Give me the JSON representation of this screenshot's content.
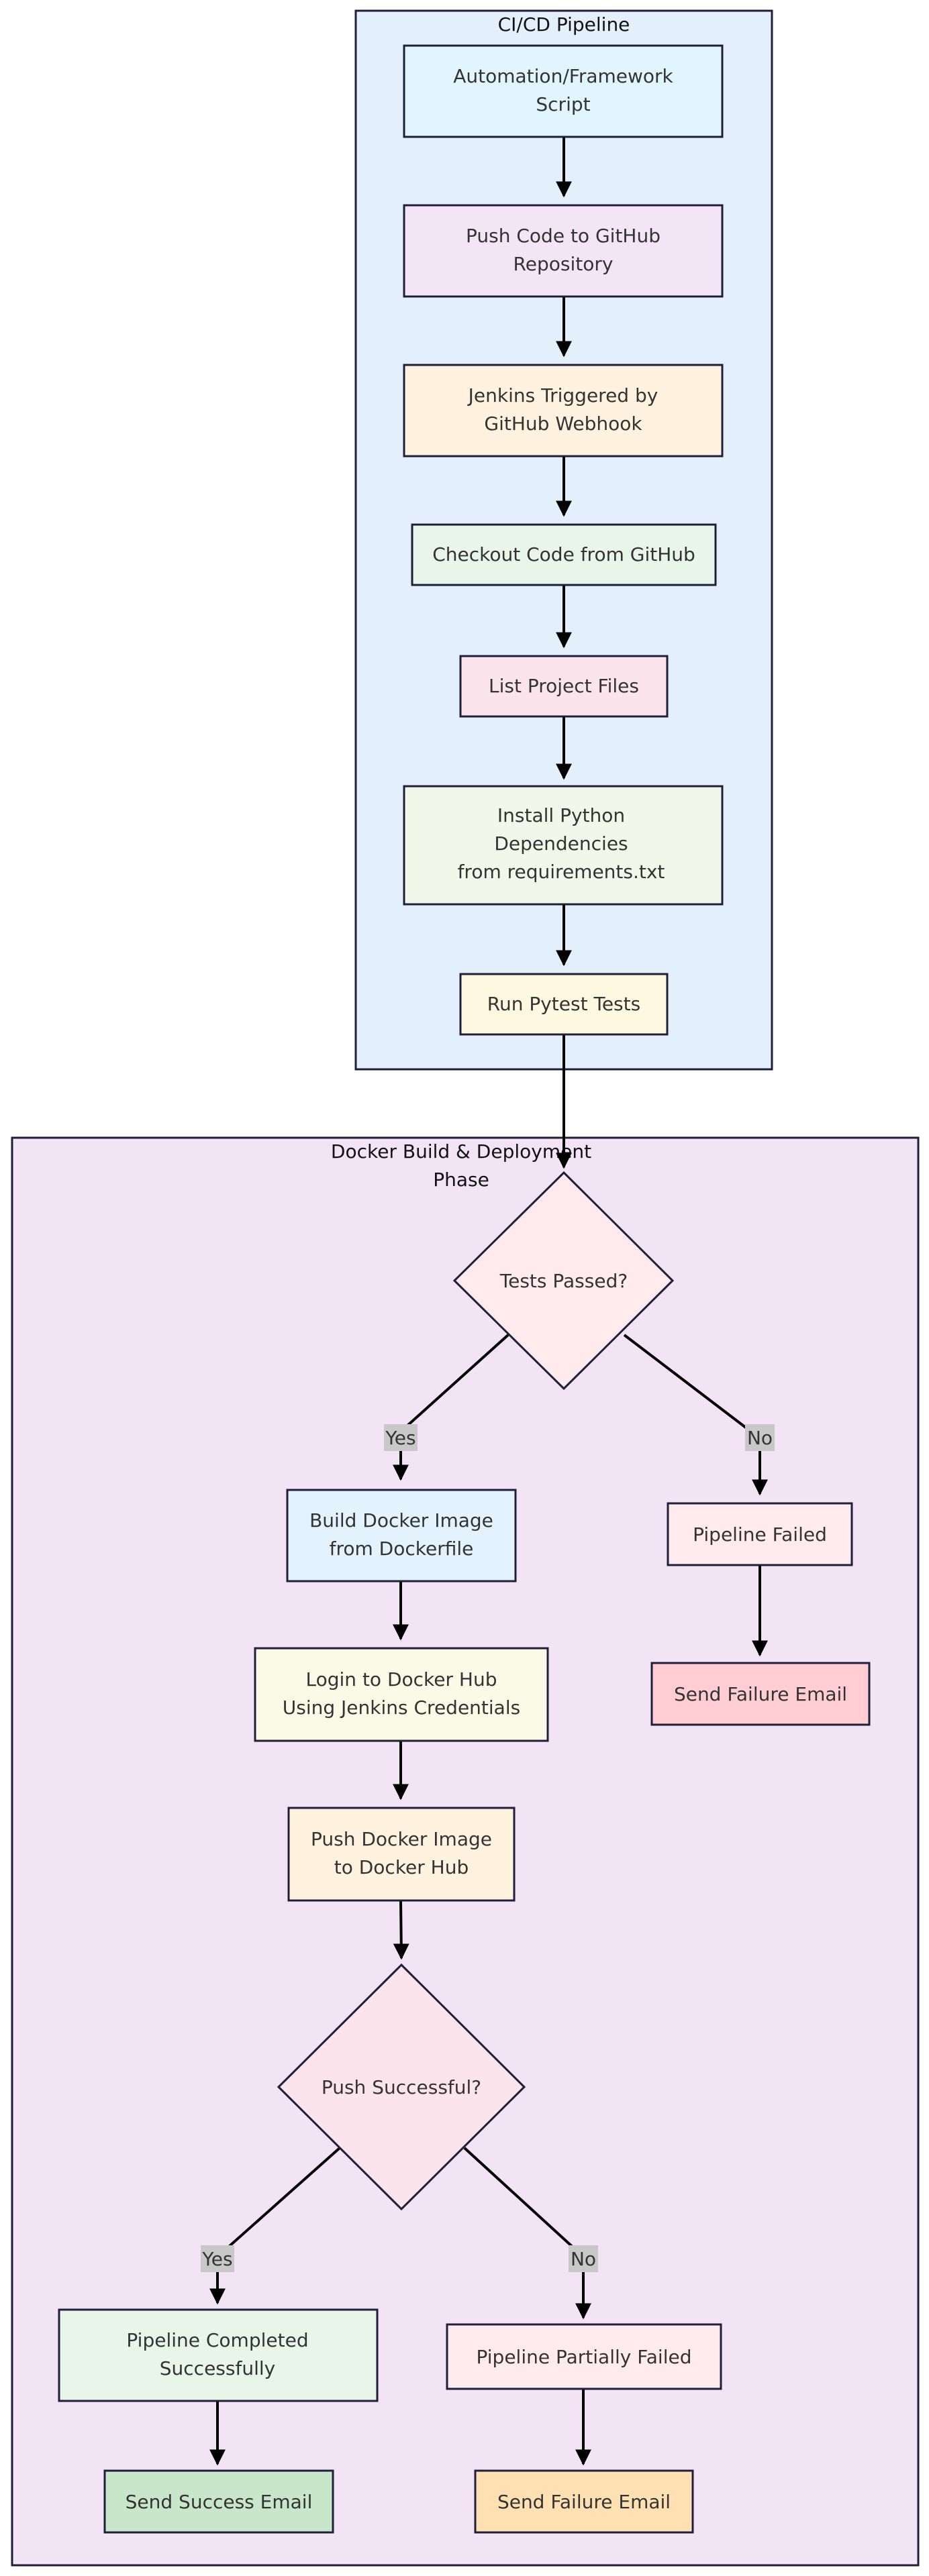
{
  "clusters": {
    "cicd": {
      "title": "CI/CD Pipeline",
      "fill": "#e3f0fc"
    },
    "docker": {
      "title_lines": [
        "Docker Build & Deployment",
        "Phase"
      ],
      "fill": "#f2e3f5"
    }
  },
  "nodes": {
    "automation_script": {
      "lines": [
        "Automation/Framework",
        "Script"
      ],
      "fill": "#e1f5fe"
    },
    "push_code": {
      "lines": [
        "Push Code to GitHub",
        "Repository"
      ],
      "fill": "#f3e5f5"
    },
    "jenkins_triggered": {
      "lines": [
        "Jenkins Triggered by",
        "GitHub Webhook"
      ],
      "fill": "#fff3e0"
    },
    "checkout_code": {
      "lines": [
        "Checkout Code from GitHub"
      ],
      "fill": "#e8f5e9"
    },
    "list_files": {
      "lines": [
        "List Project Files"
      ],
      "fill": "#fce4ec"
    },
    "install_deps": {
      "lines": [
        "Install Python",
        "Dependencies",
        "from requirements.txt"
      ],
      "fill": "#f1f8e9"
    },
    "run_tests": {
      "lines": [
        "Run Pytest Tests"
      ],
      "fill": "#fff8e1"
    },
    "tests_passed": {
      "lines": [
        "Tests Passed?"
      ],
      "fill": "#ffebee"
    },
    "build_image": {
      "lines": [
        "Build Docker Image",
        "from Dockerfile"
      ],
      "fill": "#e3f2fd"
    },
    "pipeline_failed": {
      "lines": [
        "Pipeline Failed"
      ],
      "fill": "#ffebee"
    },
    "send_failure_email_1": {
      "lines": [
        "Send Failure Email"
      ],
      "fill": "#ffcdd2"
    },
    "login_docker": {
      "lines": [
        "Login to Docker Hub",
        "Using Jenkins Credentials"
      ],
      "fill": "#f9fbe7"
    },
    "push_image": {
      "lines": [
        "Push Docker Image",
        "to Docker Hub"
      ],
      "fill": "#fff3e0"
    },
    "push_successful": {
      "lines": [
        "Push Successful?"
      ],
      "fill": "#fce4ec"
    },
    "pipeline_completed": {
      "lines": [
        "Pipeline Completed",
        "Successfully"
      ],
      "fill": "#e8f5e9"
    },
    "pipeline_partial": {
      "lines": [
        "Pipeline Partially Failed"
      ],
      "fill": "#ffebee"
    },
    "send_success_email": {
      "lines": [
        "Send Success Email"
      ],
      "fill": "#c8e6c9"
    },
    "send_failure_email_2": {
      "lines": [
        "Send Failure Email"
      ],
      "fill": "#ffe0b2"
    }
  },
  "edge_labels": {
    "tests_yes": "Yes",
    "tests_no": "No",
    "push_yes": "Yes",
    "push_no": "No"
  }
}
